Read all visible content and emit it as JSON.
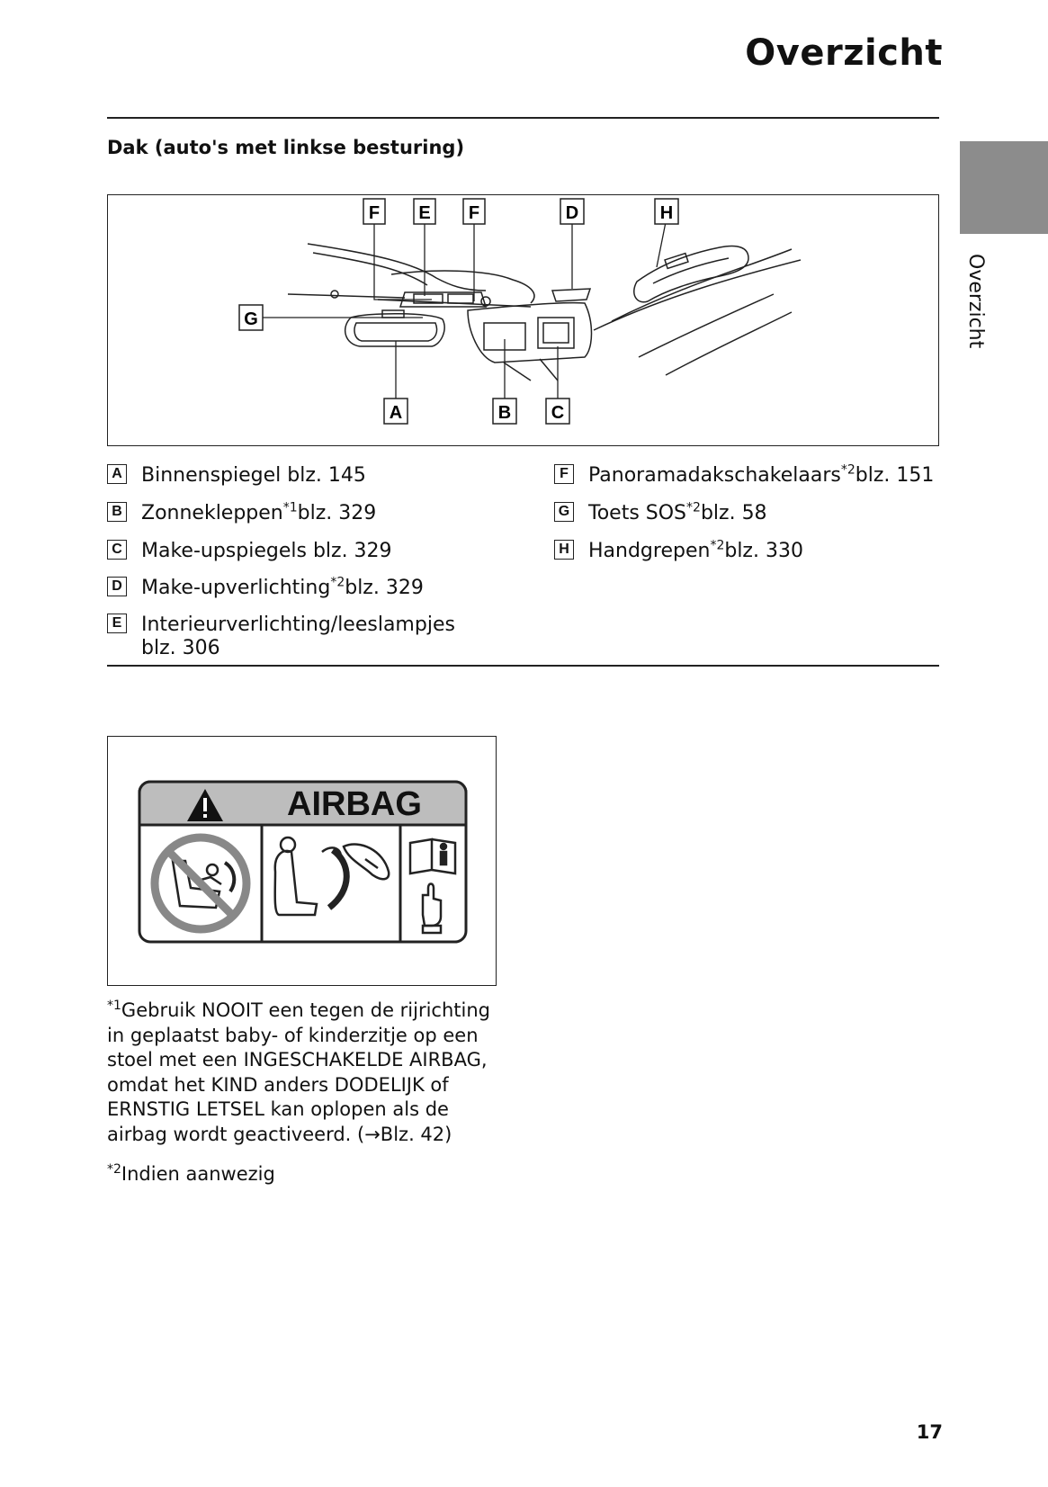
{
  "header": {
    "title": "Overzicht"
  },
  "side_tab": {
    "label": "Overzicht"
  },
  "section": {
    "title": "Dak (auto's met linkse besturing)"
  },
  "diagram": {
    "callouts": [
      "F",
      "E",
      "F",
      "D",
      "H",
      "G",
      "A",
      "B",
      "C"
    ]
  },
  "legend": {
    "left": [
      {
        "key": "A",
        "text": "Binnenspiegel blz. 145",
        "sup": ""
      },
      {
        "key": "B",
        "text": "Zonnekleppen",
        "sup": "*1",
        "after": "blz. 329"
      },
      {
        "key": "C",
        "text": "Make-upspiegels blz. 329",
        "sup": ""
      },
      {
        "key": "D",
        "text": "Make-upverlichting",
        "sup": "*2",
        "after": "blz. 329"
      },
      {
        "key": "E",
        "text": "Interieurverlichting/leeslampjes",
        "sup": "",
        "cont": "blz. 306"
      }
    ],
    "right": [
      {
        "key": "F",
        "text": "Panoramadakschakelaars",
        "sup": "*2",
        "after": "blz. 151"
      },
      {
        "key": "G",
        "text": "Toets SOS",
        "sup": "*2",
        "after": "blz. 58"
      },
      {
        "key": "H",
        "text": "Handgrepen",
        "sup": "*2",
        "after": "blz. 330"
      }
    ]
  },
  "airbag_label": {
    "title": "AIRBAG"
  },
  "footnotes": {
    "note1_mark": "*1",
    "note1_lines": [
      "Gebruik NOOIT een tegen de rijrichting",
      "in geplaatst baby- of kinderzitje op een",
      "stoel met een INGESCHAKELDE AIRBAG,",
      "omdat het KIND anders DODELIJK of",
      "ERNSTIG LETSEL kan oplopen als de",
      "airbag wordt geactiveerd. (→Blz. 42)"
    ],
    "note2_mark": "*2",
    "note2_text": "Indien aanwezig"
  },
  "page": {
    "number": "17"
  }
}
